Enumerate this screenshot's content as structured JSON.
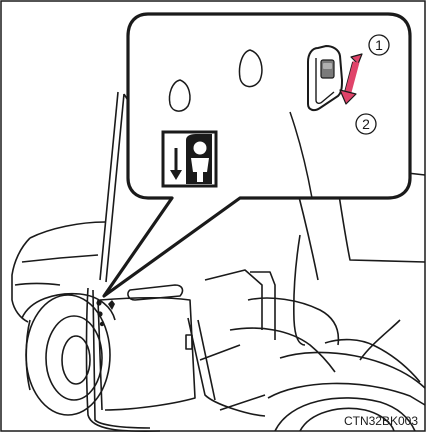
{
  "callouts": {
    "label_1": "1",
    "label_2": "2"
  },
  "figure_code": "CTN32BK003",
  "colors": {
    "arrow": "#e0446a",
    "line": "#1a1a1a",
    "gray": "#6a6a6a"
  },
  "icons": {
    "lock": "child-lock-pictogram"
  }
}
